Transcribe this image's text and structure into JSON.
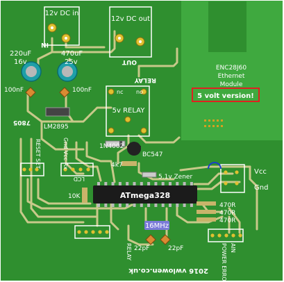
{
  "colors": {
    "board": "#2f8f2f",
    "trace": "#c8c98a",
    "silk": "#ffffff",
    "label_dark": "#1a1a1a",
    "module": "#3fa93f",
    "module_stripe": "#2f8f2f",
    "highlight_box": "#e02020",
    "crystal": "#7a7ad8",
    "chip": "#1b1b1b",
    "cap_body": "#1e9fa8",
    "ceramic": "#d98b32",
    "resistor": "#c9b46a"
  },
  "labels": {
    "dc_in": "12v DC in",
    "dc_out": "12v DC out",
    "in_mirror": "IN",
    "out_mirror": "OUT",
    "cap1_value": "220uF",
    "cap1_volt": "16v",
    "cap2_value": "470uF",
    "cap2_volt": "25v",
    "nf1": "100nF",
    "nf2": "100nF",
    "regulator": "LM2895",
    "reg_mirror": "7805",
    "relay_mirror": "RELAY",
    "relay_nc": "nc",
    "relay_no": "no",
    "relay_name": "5v RELAY",
    "diode": "1N4002",
    "transistor": "BC547",
    "resistor_4k7": "4k7",
    "zener": "5.1v Zener",
    "resistor_10k": "10K",
    "mcu": "ATmega328",
    "r1": "470R",
    "r2": "470R",
    "r3": "470R",
    "crystal": "16MHz",
    "c22a": "22pF",
    "c22b": "22pF",
    "vcc": "Vcc",
    "gnd": "Gnd",
    "reset_set": "RESET SET",
    "gnd_vcc_rx": "Gnd Vcc Rx",
    "lcd": "LCD",
    "relay_bottom": "RELAY",
    "power_error": "POWER ERROR",
    "ain": "AIN",
    "footer": "2016  vwlowen.co.uk",
    "eth_title": "ENC28J60",
    "eth_line2": "Ethernet",
    "eth_line3": "Module",
    "eth_warning": "5 volt version!"
  }
}
